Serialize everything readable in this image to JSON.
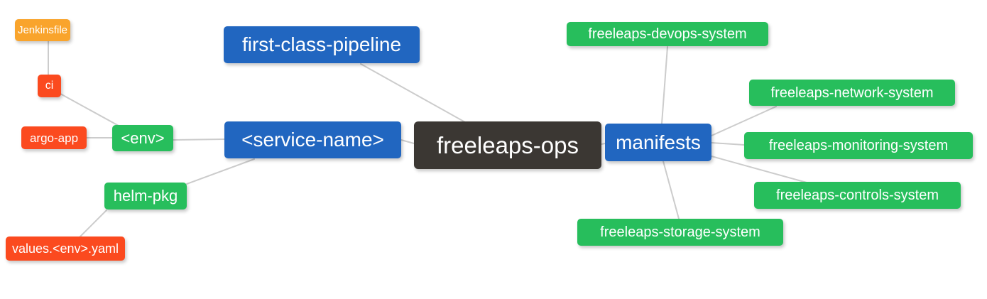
{
  "diagram": {
    "type": "mindmap",
    "background_color": "#ffffff",
    "edge_color": "#cccccc",
    "text_color": "#ffffff",
    "colors": {
      "blue": "#2166c0",
      "green": "#27be5c",
      "orange": "#f9a42c",
      "red": "#fb4a1f",
      "dark": "#3b3733"
    },
    "nodes": {
      "freeleaps_ops": {
        "label": "freeleaps-ops",
        "color": "#3b3733"
      },
      "first_class_pipeline": {
        "label": "first-class-pipeline",
        "color": "#2166c0"
      },
      "service_name": {
        "label": "<service-name>",
        "color": "#2166c0"
      },
      "manifests": {
        "label": "manifests",
        "color": "#2166c0"
      },
      "env": {
        "label": "<env>",
        "color": "#27be5c"
      },
      "helm_pkg": {
        "label": "helm-pkg",
        "color": "#27be5c"
      },
      "ci": {
        "label": "ci",
        "color": "#fb4a1f"
      },
      "argo_app": {
        "label": "argo-app",
        "color": "#fb4a1f"
      },
      "values_yaml": {
        "label": "values.<env>.yaml",
        "color": "#fb4a1f"
      },
      "jenkinsfile": {
        "label": "Jenkinsfile",
        "color": "#f9a42c"
      },
      "devops_system": {
        "label": "freeleaps-devops-system",
        "color": "#27be5c"
      },
      "network_system": {
        "label": "freeleaps-network-system",
        "color": "#27be5c"
      },
      "monitoring_system": {
        "label": "freeleaps-monitoring-system",
        "color": "#27be5c"
      },
      "controls_system": {
        "label": "freeleaps-controls-system",
        "color": "#27be5c"
      },
      "storage_system": {
        "label": "freeleaps-storage-system",
        "color": "#27be5c"
      }
    },
    "edges": [
      {
        "from": "jenkinsfile",
        "to": "ci"
      },
      {
        "from": "ci",
        "to": "env"
      },
      {
        "from": "argo_app",
        "to": "env"
      },
      {
        "from": "env",
        "to": "service_name"
      },
      {
        "from": "helm_pkg",
        "to": "service_name"
      },
      {
        "from": "helm_pkg",
        "to": "values_yaml"
      },
      {
        "from": "service_name",
        "to": "freeleaps_ops"
      },
      {
        "from": "first_class_pipeline",
        "to": "freeleaps_ops"
      },
      {
        "from": "freeleaps_ops",
        "to": "manifests"
      },
      {
        "from": "manifests",
        "to": "devops_system"
      },
      {
        "from": "manifests",
        "to": "network_system"
      },
      {
        "from": "manifests",
        "to": "monitoring_system"
      },
      {
        "from": "manifests",
        "to": "controls_system"
      },
      {
        "from": "manifests",
        "to": "storage_system"
      }
    ]
  }
}
